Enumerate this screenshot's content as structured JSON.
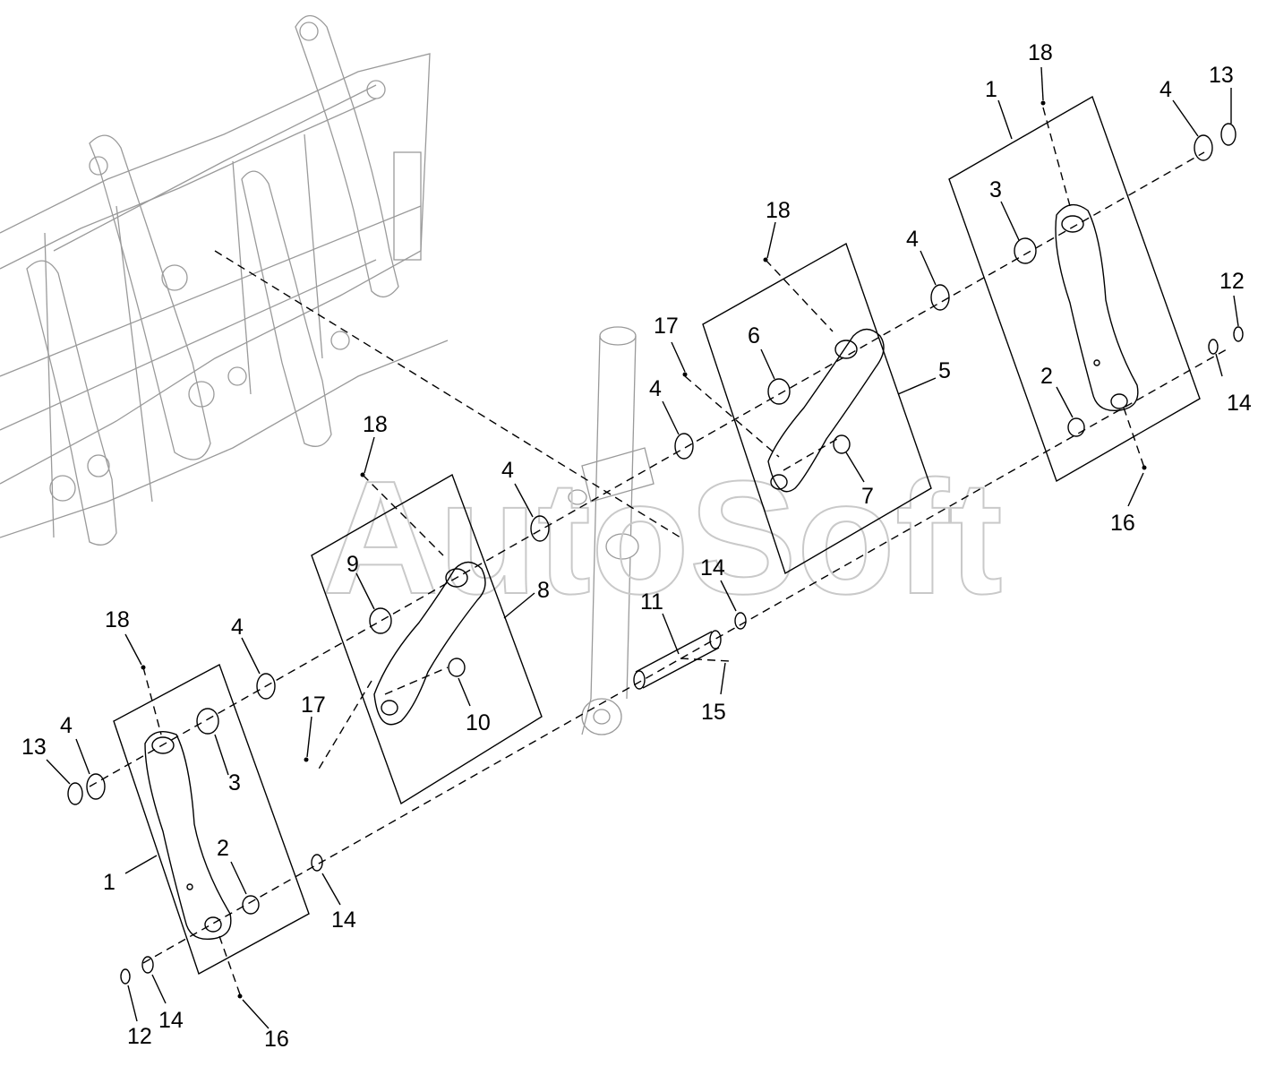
{
  "watermark": "AutoSoft",
  "callouts": [
    {
      "id": "c18-top",
      "text": "18"
    },
    {
      "id": "c1-tr",
      "text": "1"
    },
    {
      "id": "c13-tr",
      "text": "13"
    },
    {
      "id": "c4-tr",
      "text": "4"
    },
    {
      "id": "c3-tr",
      "text": "3"
    },
    {
      "id": "c18-mid",
      "text": "18"
    },
    {
      "id": "c4-mid1",
      "text": "4"
    },
    {
      "id": "c12-r",
      "text": "12"
    },
    {
      "id": "c17-mid",
      "text": "17"
    },
    {
      "id": "c6",
      "text": "6"
    },
    {
      "id": "c5",
      "text": "5"
    },
    {
      "id": "c2-r",
      "text": "2"
    },
    {
      "id": "c14-r",
      "text": "14"
    },
    {
      "id": "c4-mid2",
      "text": "4"
    },
    {
      "id": "c18-l",
      "text": "18"
    },
    {
      "id": "c7",
      "text": "7"
    },
    {
      "id": "c4-mid3",
      "text": "4"
    },
    {
      "id": "c16-r",
      "text": "16"
    },
    {
      "id": "c9",
      "text": "9"
    },
    {
      "id": "c8",
      "text": "8"
    },
    {
      "id": "c14-mid",
      "text": "14"
    },
    {
      "id": "c11",
      "text": "11"
    },
    {
      "id": "c18-ll",
      "text": "18"
    },
    {
      "id": "c4-l1",
      "text": "4"
    },
    {
      "id": "c10",
      "text": "10"
    },
    {
      "id": "c15",
      "text": "15"
    },
    {
      "id": "c17-l",
      "text": "17"
    },
    {
      "id": "c13-l",
      "text": "13"
    },
    {
      "id": "c4-l2",
      "text": "4"
    },
    {
      "id": "c3-l",
      "text": "3"
    },
    {
      "id": "c2-l",
      "text": "2"
    },
    {
      "id": "c1-l",
      "text": "1"
    },
    {
      "id": "c14-l1",
      "text": "14"
    },
    {
      "id": "c12-l",
      "text": "12"
    },
    {
      "id": "c14-l2",
      "text": "14"
    },
    {
      "id": "c16-l",
      "text": "16"
    }
  ]
}
